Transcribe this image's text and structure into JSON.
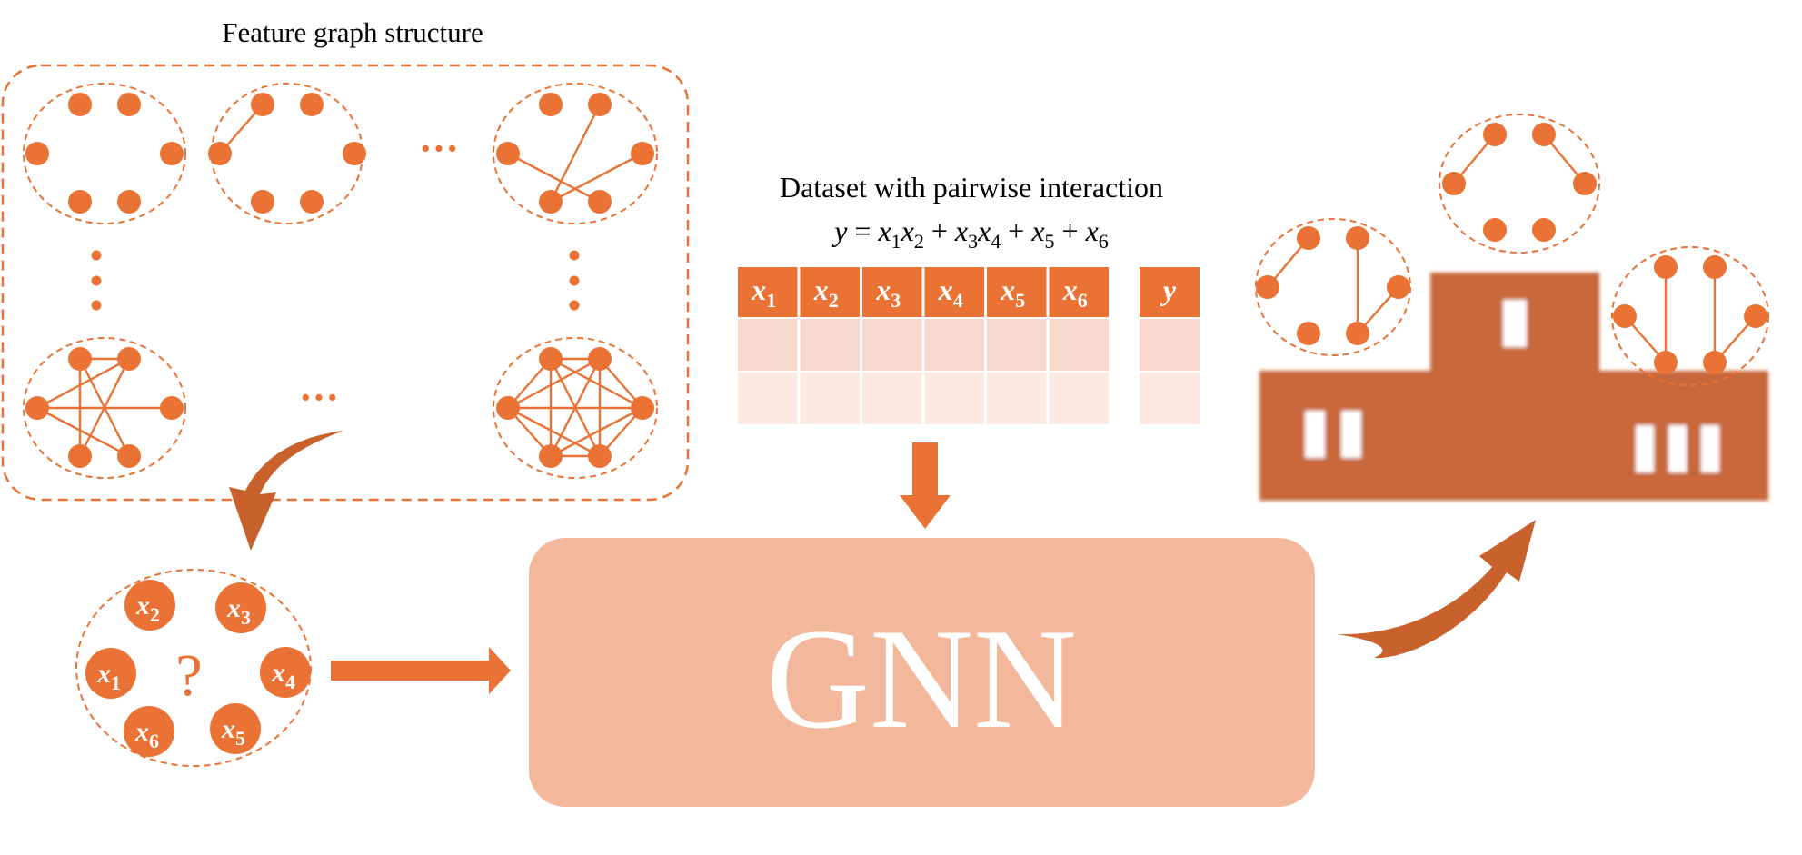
{
  "feature_graph": {
    "title": "Feature graph structure",
    "ellipsis": "···",
    "vertical_ellipsis": "⋮"
  },
  "dataset": {
    "title": "Dataset with pairwise interaction",
    "equation": {
      "y": "y",
      "eq": " = ",
      "plus": " + ",
      "x": "x",
      "indices": [
        "1",
        "2",
        "3",
        "4",
        "5",
        "6"
      ]
    },
    "columns": [
      {
        "var": "x",
        "sub": "1"
      },
      {
        "var": "x",
        "sub": "2"
      },
      {
        "var": "x",
        "sub": "3"
      },
      {
        "var": "x",
        "sub": "4"
      },
      {
        "var": "x",
        "sub": "5"
      },
      {
        "var": "x",
        "sub": "6"
      }
    ],
    "target": "y"
  },
  "query_graph": {
    "nodes": [
      {
        "var": "x",
        "sub": "2"
      },
      {
        "var": "x",
        "sub": "3"
      },
      {
        "var": "x",
        "sub": "1"
      },
      {
        "var": "x",
        "sub": "4"
      },
      {
        "var": "x",
        "sub": "6"
      },
      {
        "var": "x",
        "sub": "5"
      }
    ],
    "unknown": "?"
  },
  "model": {
    "label": "GNN"
  },
  "colors": {
    "accent": "#ea7234",
    "dark_accent": "#c8612c",
    "gnn_box": "#f3b89b",
    "table_light": "#f8d8cc",
    "table_lighter": "#fbe9e2",
    "white": "#ffffff"
  }
}
